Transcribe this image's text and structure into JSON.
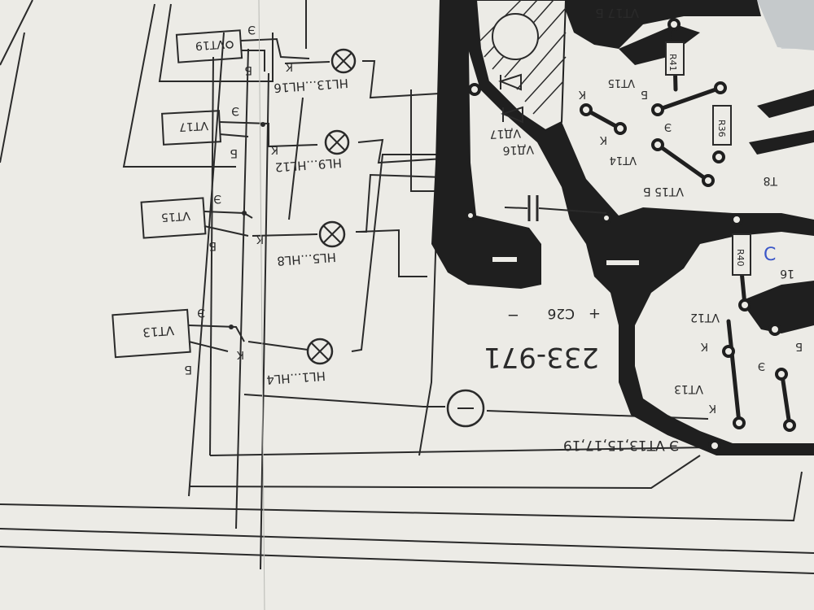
{
  "colors": {
    "paper": "#ecebe6",
    "paper_shadow": "#c9ccce",
    "ink": "#2a2a2a",
    "foil": "#1f1f1f",
    "pen_mark": "#3a56c8"
  },
  "transistors": [
    {
      "label": "VT19",
      "emitter": "Э",
      "base": "Б"
    },
    {
      "label": "VT17",
      "emitter": "Э",
      "base": "Б"
    },
    {
      "label": "VT15",
      "emitter": "Э",
      "base": "Б"
    },
    {
      "label": "VT13",
      "emitter": "Э",
      "base": "Б"
    }
  ],
  "lamps": [
    {
      "label": "HL13...HL16",
      "collector": "К"
    },
    {
      "label": "HL9...HL12",
      "collector": "К"
    },
    {
      "label": "HL5...HL8",
      "collector": "К"
    },
    {
      "label": "HL1...HL4",
      "collector": "К"
    }
  ],
  "board": {
    "part_number": "233-971",
    "capacitor_label": "C26",
    "cap_minus": "−",
    "cap_plus": "+",
    "emitter_note": "Э VT13,15,17,19",
    "diode_label_a": "VД16",
    "diode_label_b": "VД17",
    "resistors": [
      "R41",
      "R36",
      "R40"
    ],
    "partial_labels": [
      "T8",
      "C",
      "16"
    ],
    "pads": [
      {
        "label": "VT17",
        "pin": "Б"
      },
      {
        "label": "VT15",
        "pin": "К"
      },
      {
        "label": "VT15",
        "pin": "Б"
      },
      {
        "label": "VT14",
        "pin": "К"
      },
      {
        "label": "VT14",
        "pin": "Э"
      },
      {
        "label": "VT15",
        "pin": "Б"
      },
      {
        "label": "VT12",
        "pin": "К"
      },
      {
        "label": "VT12",
        "pin": "Э"
      },
      {
        "label": "VT13",
        "pin": "К"
      },
      {
        "label": "VT13",
        "pin": "Э"
      },
      {
        "label": "VT12",
        "pin": "Б"
      }
    ]
  }
}
